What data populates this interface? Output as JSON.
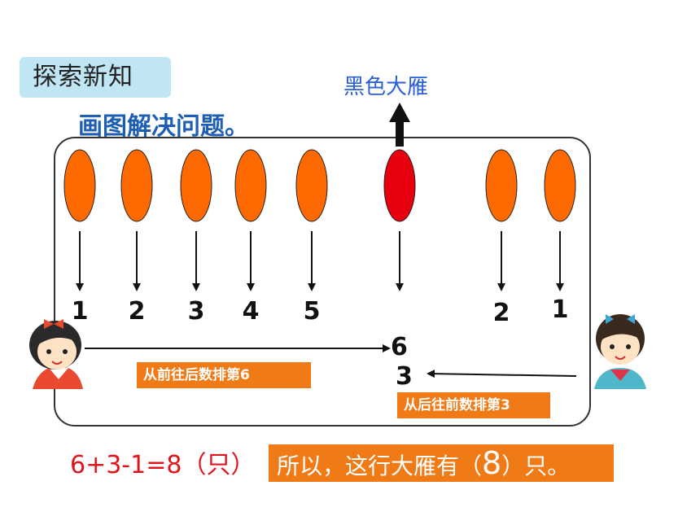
{
  "section_tag": "探索新知",
  "subtitle": "画图解决问题。",
  "black_goose_label": "黑色大雁",
  "colors": {
    "goose_orange": "#ff6a00",
    "goose_black_red": "#e8000e",
    "box_orange": "#f07a16",
    "title_blue": "#1f5fb3",
    "label_blue": "#2b5fd6",
    "equation_red": "#e0141b"
  },
  "geese": [
    {
      "label": "1",
      "highlight": false
    },
    {
      "label": "2",
      "highlight": false
    },
    {
      "label": "3",
      "highlight": false
    },
    {
      "label": "4",
      "highlight": false
    },
    {
      "label": "5",
      "highlight": false
    },
    {
      "label": "",
      "highlight": true
    },
    {
      "label": "2",
      "highlight": false
    },
    {
      "label": "1",
      "highlight": false
    }
  ],
  "forward_count_label": "6",
  "backward_count_label": "3",
  "forward_box_text": "从前往后数排第6",
  "backward_box_text": "从后往前数排第3",
  "equation": "6+3-1=8（只）",
  "answer": {
    "prefix": "所以，这行大雁有（",
    "number": "8",
    "suffix": "）只。"
  },
  "icons": [
    "girl-left-icon",
    "girl-right-icon",
    "up-arrow-icon"
  ]
}
